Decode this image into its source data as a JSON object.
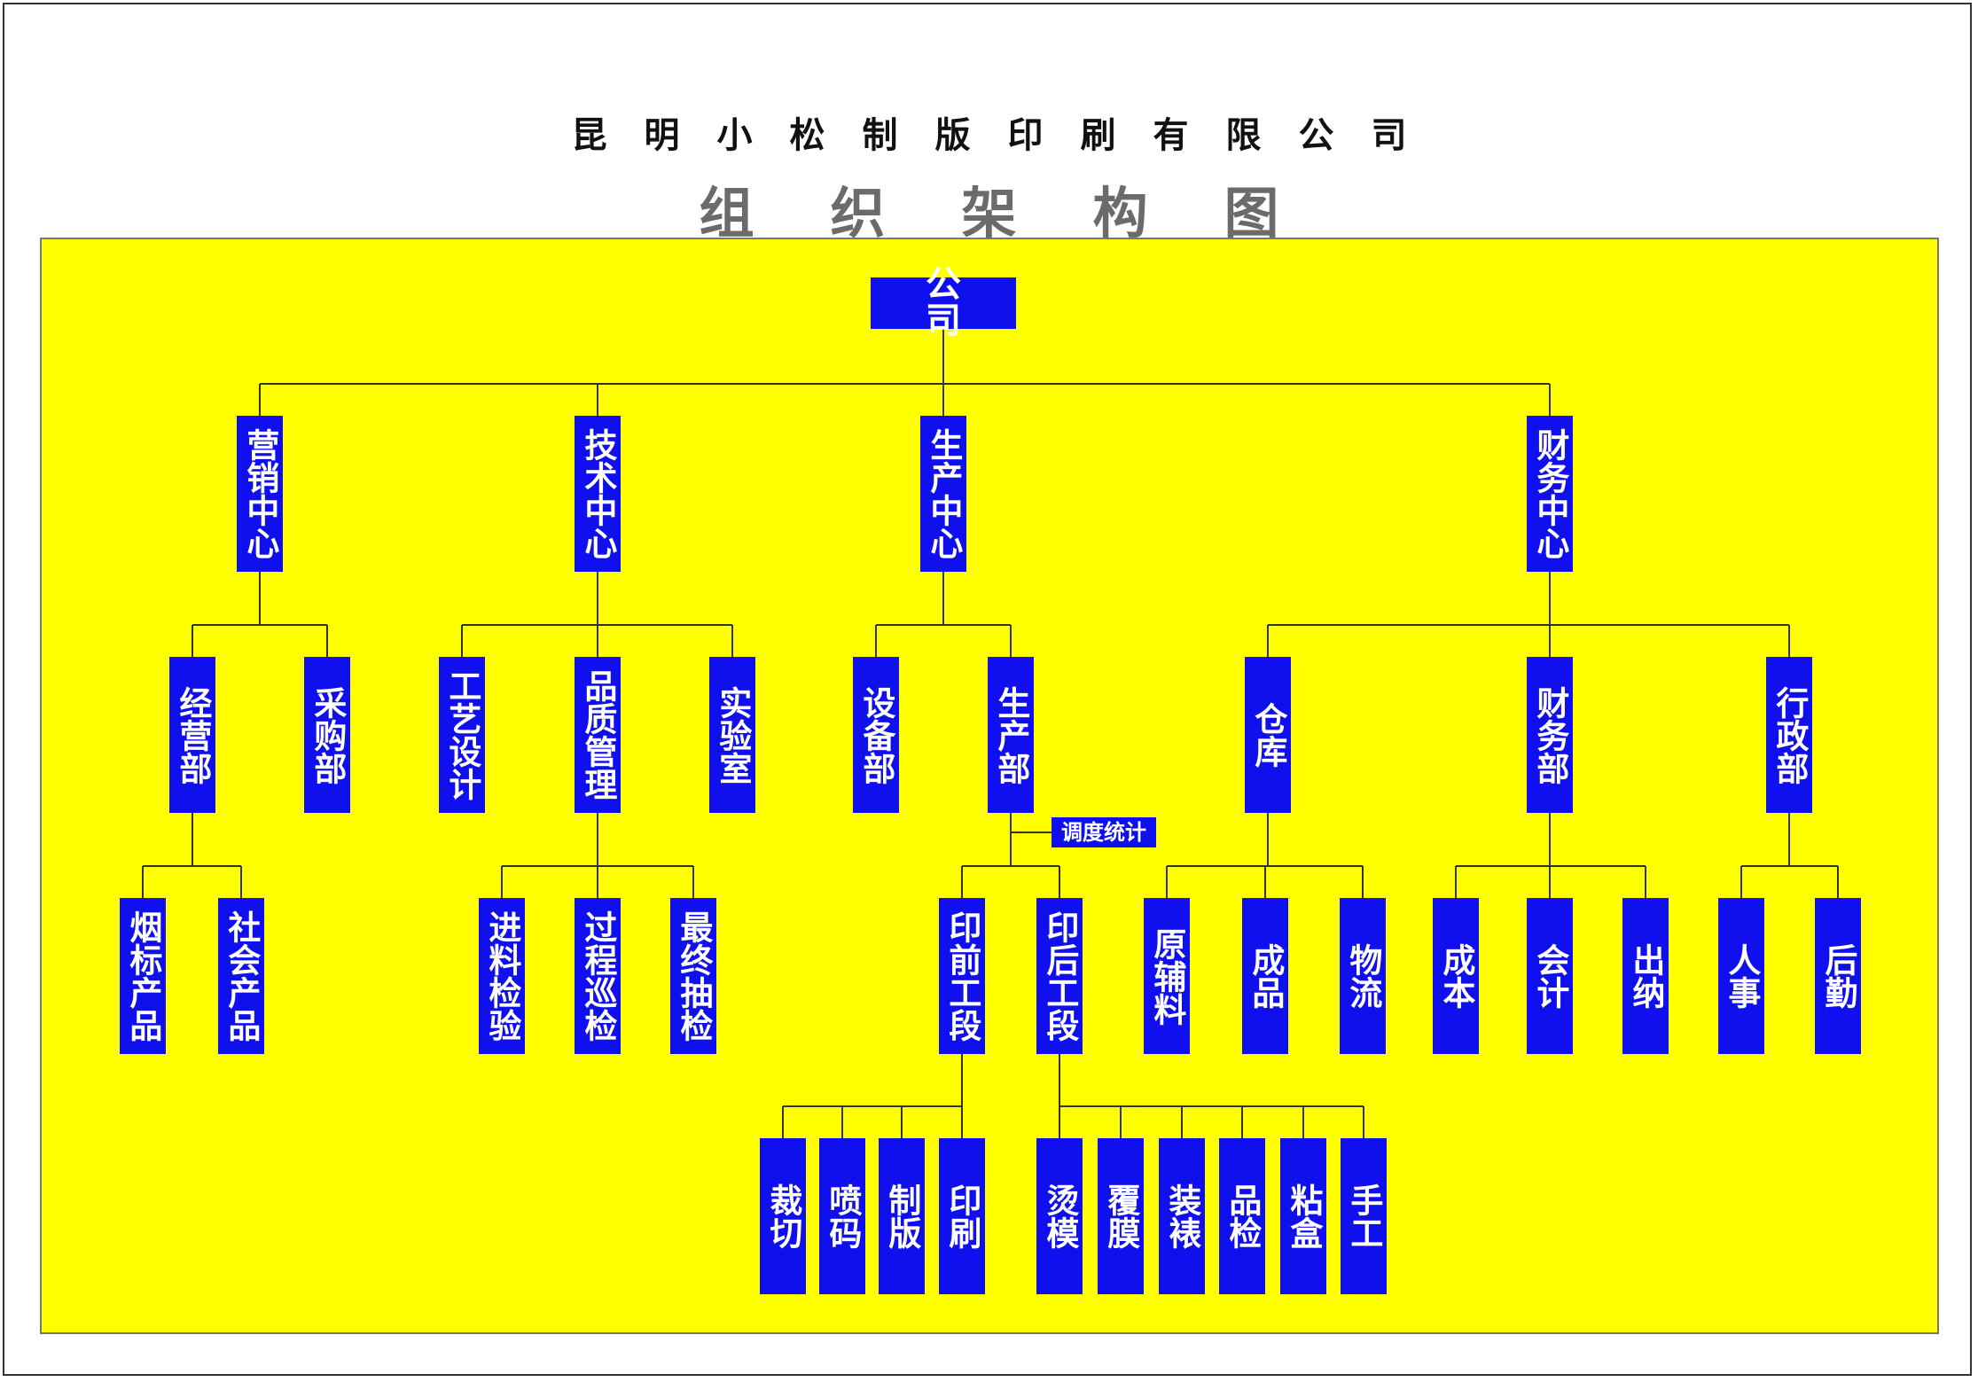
{
  "header": {
    "company": "昆明小松制版印刷有限公司",
    "title": "组织架构图"
  },
  "colors": {
    "background": "#ffff00",
    "node": "#1010ee",
    "node_text": "#ffffff",
    "line": "#333333"
  },
  "nodes": [
    {
      "id": "company",
      "label": "公司"
    },
    {
      "id": "marketing",
      "label": "营销中心"
    },
    {
      "id": "tech",
      "label": "技术中心"
    },
    {
      "id": "production",
      "label": "生产中心"
    },
    {
      "id": "finance",
      "label": "财务中心"
    },
    {
      "id": "business",
      "label": "经营部"
    },
    {
      "id": "purchase",
      "label": "采购部"
    },
    {
      "id": "process_design",
      "label": "工艺设计"
    },
    {
      "id": "quality",
      "label": "品质管理"
    },
    {
      "id": "lab",
      "label": "实验室"
    },
    {
      "id": "equipment",
      "label": "设备部"
    },
    {
      "id": "production_dept",
      "label": "生产部"
    },
    {
      "id": "warehouse",
      "label": "仓库"
    },
    {
      "id": "finance_dept",
      "label": "财务部"
    },
    {
      "id": "admin",
      "label": "行政部"
    },
    {
      "id": "dispatch",
      "label": "调度统计"
    },
    {
      "id": "tobacco",
      "label": "烟标产品"
    },
    {
      "id": "social",
      "label": "社会产品"
    },
    {
      "id": "incoming",
      "label": "进料检验"
    },
    {
      "id": "inprocess",
      "label": "过程巡检"
    },
    {
      "id": "final",
      "label": "最终抽检"
    },
    {
      "id": "prepress",
      "label": "印前工段"
    },
    {
      "id": "postpress",
      "label": "印后工段"
    },
    {
      "id": "raw",
      "label": "原辅料"
    },
    {
      "id": "finished",
      "label": "成品"
    },
    {
      "id": "logistics",
      "label": "物流"
    },
    {
      "id": "cost",
      "label": "成本"
    },
    {
      "id": "accounting",
      "label": "会计"
    },
    {
      "id": "cashier",
      "label": "出纳"
    },
    {
      "id": "hr",
      "label": "人事"
    },
    {
      "id": "logistics_support",
      "label": "后勤"
    },
    {
      "id": "cutting",
      "label": "裁切"
    },
    {
      "id": "inkjet",
      "label": "喷码"
    },
    {
      "id": "platemaking",
      "label": "制版"
    },
    {
      "id": "printing",
      "label": "印刷"
    },
    {
      "id": "diecut",
      "label": "烫模"
    },
    {
      "id": "laminate",
      "label": "覆膜"
    },
    {
      "id": "mounting",
      "label": "装裱"
    },
    {
      "id": "inspection",
      "label": "品检"
    },
    {
      "id": "gluing",
      "label": "粘盒"
    },
    {
      "id": "manual",
      "label": "手工"
    }
  ],
  "edges": [
    [
      "company",
      "marketing"
    ],
    [
      "company",
      "tech"
    ],
    [
      "company",
      "production"
    ],
    [
      "company",
      "finance"
    ],
    [
      "marketing",
      "business"
    ],
    [
      "marketing",
      "purchase"
    ],
    [
      "tech",
      "process_design"
    ],
    [
      "tech",
      "quality"
    ],
    [
      "tech",
      "lab"
    ],
    [
      "production",
      "equipment"
    ],
    [
      "production",
      "production_dept"
    ],
    [
      "finance",
      "warehouse"
    ],
    [
      "finance",
      "finance_dept"
    ],
    [
      "finance",
      "admin"
    ],
    [
      "business",
      "tobacco"
    ],
    [
      "business",
      "social"
    ],
    [
      "quality",
      "incoming"
    ],
    [
      "quality",
      "inprocess"
    ],
    [
      "quality",
      "final"
    ],
    [
      "production_dept",
      "dispatch"
    ],
    [
      "production_dept",
      "prepress"
    ],
    [
      "production_dept",
      "postpress"
    ],
    [
      "warehouse",
      "raw"
    ],
    [
      "warehouse",
      "finished"
    ],
    [
      "warehouse",
      "logistics"
    ],
    [
      "finance_dept",
      "cost"
    ],
    [
      "finance_dept",
      "accounting"
    ],
    [
      "finance_dept",
      "cashier"
    ],
    [
      "admin",
      "hr"
    ],
    [
      "admin",
      "logistics_support"
    ],
    [
      "prepress",
      "cutting"
    ],
    [
      "prepress",
      "inkjet"
    ],
    [
      "prepress",
      "platemaking"
    ],
    [
      "prepress",
      "printing"
    ],
    [
      "postpress",
      "diecut"
    ],
    [
      "postpress",
      "laminate"
    ],
    [
      "postpress",
      "mounting"
    ],
    [
      "postpress",
      "inspection"
    ],
    [
      "postpress",
      "gluing"
    ],
    [
      "postpress",
      "manual"
    ]
  ]
}
